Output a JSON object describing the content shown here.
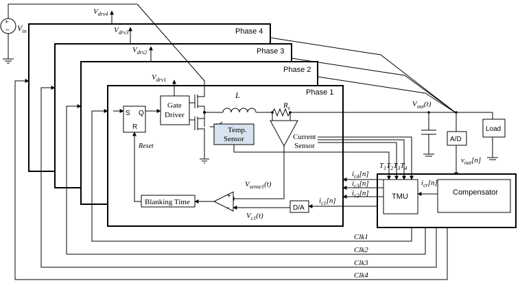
{
  "source": {
    "label": "V",
    "sub": "in"
  },
  "phases": [
    {
      "label": "Phase 4",
      "drv": "drv4"
    },
    {
      "label": "Phase 3",
      "drv": "drv3"
    },
    {
      "label": "Phase 2",
      "drv": "drv2"
    },
    {
      "label": "Phase 1",
      "drv": "drv1"
    }
  ],
  "phase1": {
    "sr": {
      "s": "S",
      "q": "Q",
      "r": "R"
    },
    "gate_driver": [
      "Gate",
      "Driver"
    ],
    "inductor": "L",
    "resistor": {
      "label": "R",
      "sub": "s"
    },
    "temp_sensor": [
      "Temp.",
      "Sensor"
    ],
    "current_sensor": [
      "Current",
      "Sensor"
    ],
    "reset": "Reset",
    "vsense": {
      "label": "V",
      "sub": "sense1",
      "suffix": "(t)"
    },
    "vc": {
      "label": "V",
      "sub": "c1",
      "suffix": "(t)"
    },
    "blanking": "Blanking Time",
    "da": "D/A",
    "plus": "+",
    "minus": "-"
  },
  "vout": {
    "label": "V",
    "sub": "out",
    "suffix": "(t)"
  },
  "ad": "A/D",
  "load": "Load",
  "vout_n": {
    "label": "v",
    "sub": "out",
    "suffix": "[n]"
  },
  "controller": {
    "tmu": "TMU",
    "compensator": "Compensator",
    "icr": {
      "label": "i",
      "sub": "cr",
      "suffix": "[n]"
    },
    "temps": [
      {
        "label": "T",
        "sub": "1"
      },
      {
        "label": "T",
        "sub": "2"
      },
      {
        "label": "T",
        "sub": "3"
      },
      {
        "label": "T",
        "sub": "4"
      }
    ],
    "currents": [
      {
        "label": "i",
        "sub": "c4",
        "suffix": "[n]"
      },
      {
        "label": "i",
        "sub": "c3",
        "suffix": "[n]"
      },
      {
        "label": "i",
        "sub": "c2",
        "suffix": "[n]"
      },
      {
        "label": "i",
        "sub": "c1",
        "suffix": "[n]"
      }
    ]
  },
  "clocks": [
    "Clk1",
    "Clk2",
    "Clk3",
    "Clk4"
  ]
}
